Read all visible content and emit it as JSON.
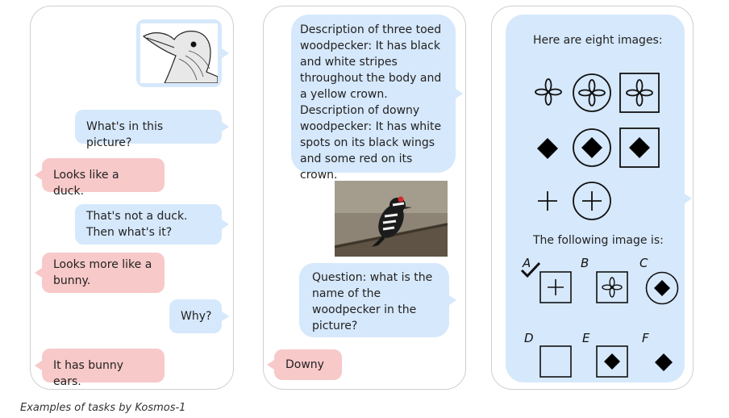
{
  "panel1": {
    "messages": [
      {
        "text": "What's in this picture?"
      },
      {
        "text": "Looks like a duck."
      },
      {
        "text": "That's not a duck. Then what's it?"
      },
      {
        "text": "Looks more like a bunny."
      },
      {
        "text": "Why?"
      },
      {
        "text": "It has bunny ears."
      }
    ]
  },
  "panel2": {
    "description": "Description of three toed woodpecker: It has black and white stripes throughout the body and a yellow crown.\nDescription of downy woodpecker: It has white spots on its black wings and some red on its crown.",
    "question": "Question: what is the name of the woodpecker in the picture?",
    "answer": "Downy"
  },
  "panel3": {
    "header": "Here are eight images:",
    "following": "The following image is:",
    "options": [
      "A",
      "B",
      "C",
      "D",
      "E",
      "F"
    ]
  },
  "caption": "Examples of tasks by Kosmos-1"
}
